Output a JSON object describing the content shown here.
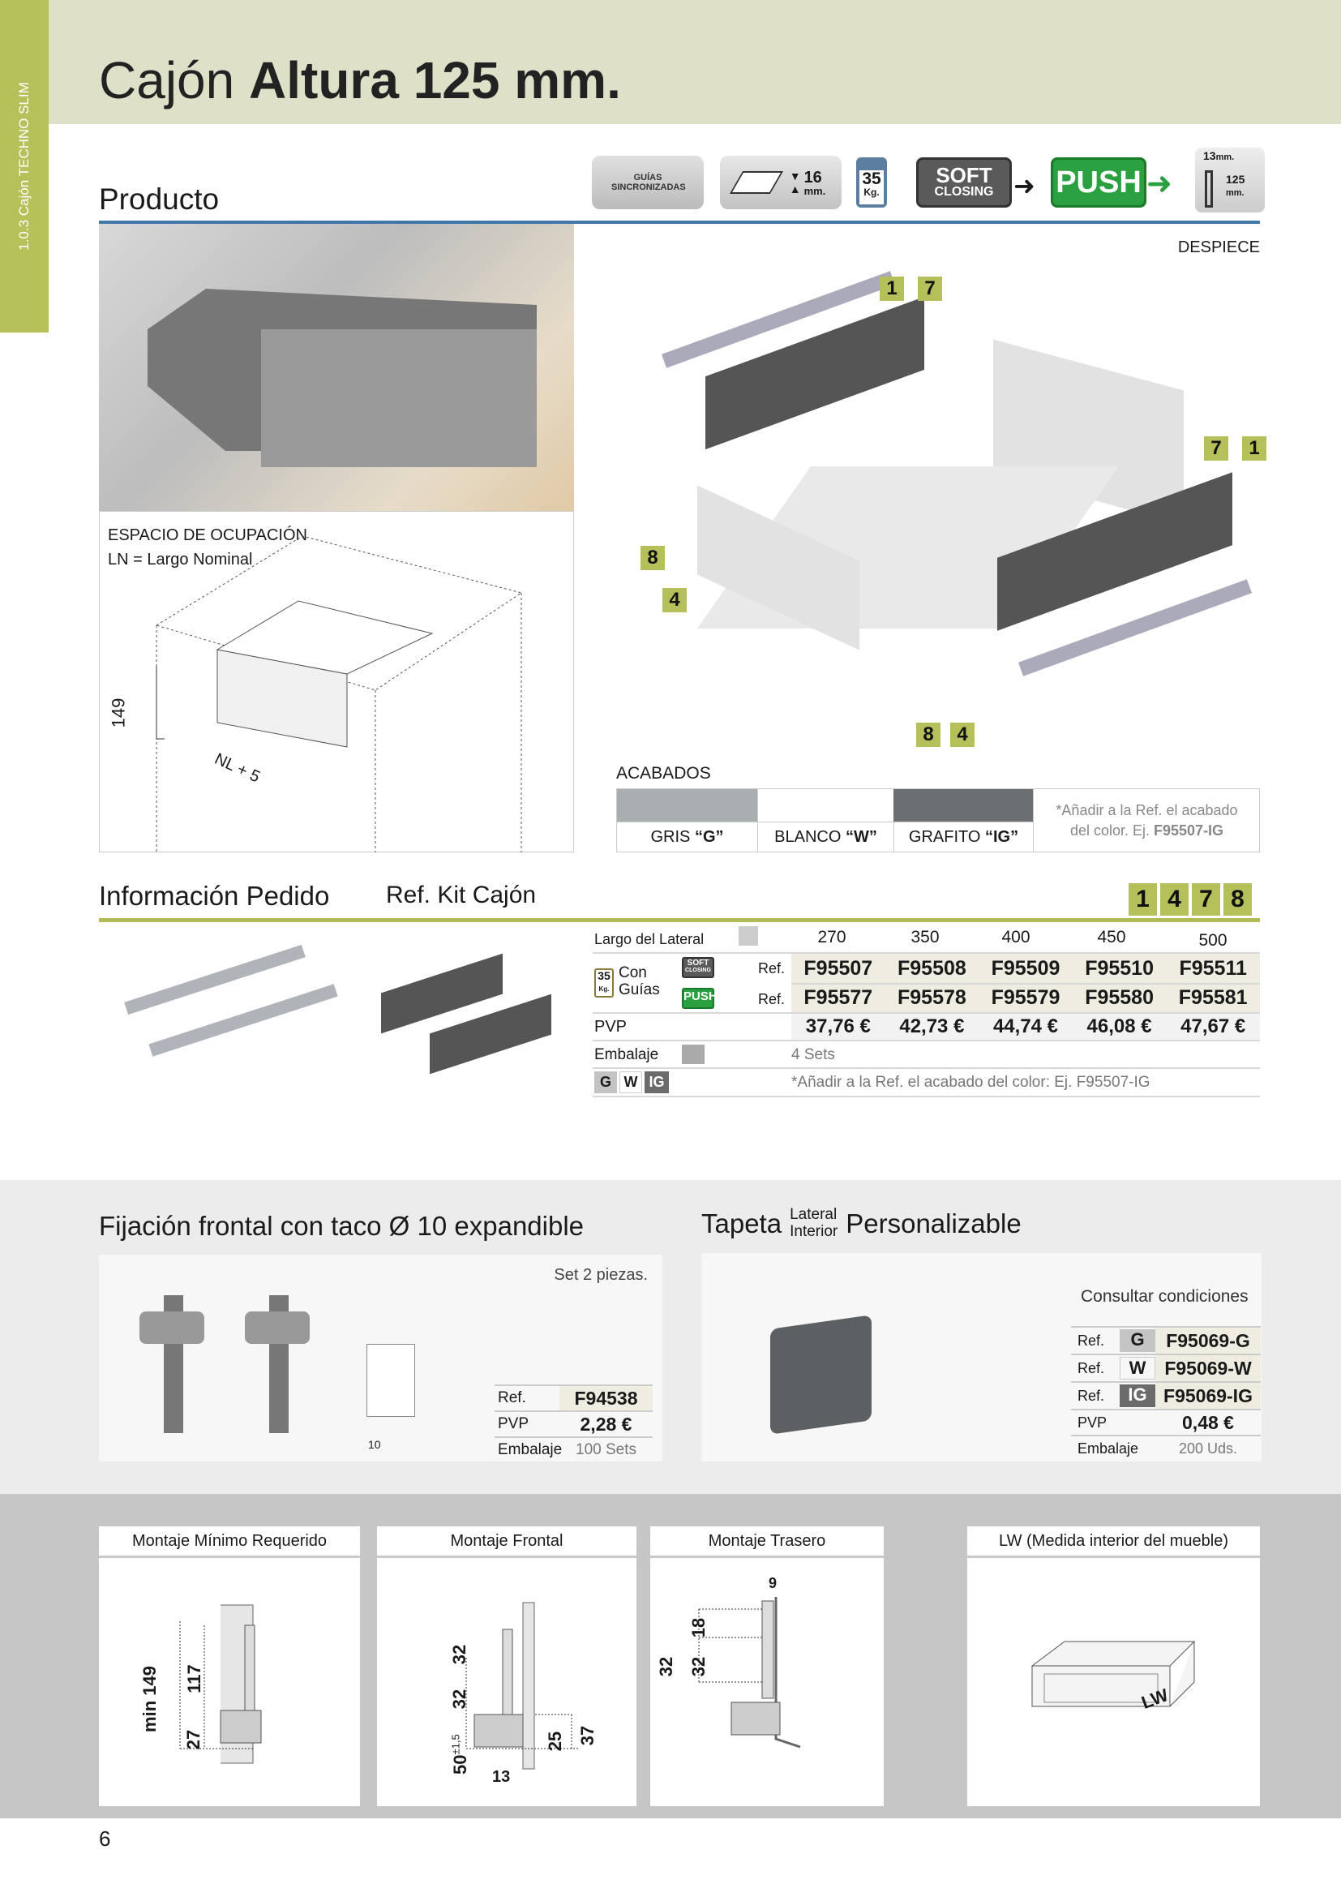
{
  "header": {
    "title_light": "Cajón",
    "title_bold": "Altura 125 mm.",
    "side_tab": "1.0.3  Cajón TECHNO SLIM"
  },
  "features": {
    "guias": "GUÍAS SINCRONIZADAS",
    "thickness": "16",
    "thickness_unit": "mm.",
    "load": "35",
    "load_unit": "Kg.",
    "soft1": "SOFT",
    "soft2": "CLOSING",
    "push": "PUSH",
    "side_w": "13",
    "side_w_unit": "mm.",
    "side_h": "125",
    "side_h_unit": "mm."
  },
  "producto": {
    "heading": "Producto",
    "despiece": "DESPIECE",
    "occupation_title": "ESPACIO DE OCUPACIÓN",
    "occupation_sub": "LN = Largo Nominal",
    "dim_height": "149",
    "dim_nl": "NL + 5",
    "parts": [
      "1",
      "7",
      "7",
      "1",
      "8",
      "4",
      "8",
      "4"
    ]
  },
  "acabados": {
    "title": "ACABADOS",
    "colors": [
      {
        "label": "GRIS",
        "code": "“G”",
        "hex": "#a9aeb0"
      },
      {
        "label": "BLANCO",
        "code": "“W”",
        "hex": "#ffffff"
      },
      {
        "label": "GRAFITO",
        "code": "“IG”",
        "hex": "#6b6f72"
      }
    ],
    "note1": "*Añadir a la Ref. el acabado",
    "note2": "del color. Ej.",
    "note_ref": "F95507-IG"
  },
  "pedido": {
    "heading": "Información Pedido",
    "sub": "Ref. Kit Cajón",
    "kit_parts": [
      "1",
      "4",
      "7",
      "8"
    ],
    "largo_label": "Largo del Lateral",
    "lengths": [
      "270",
      "350",
      "400",
      "450",
      "500"
    ],
    "con": "Con",
    "guias": "Guías",
    "load": "35",
    "load_unit": "Kg.",
    "soft1": "SOFT",
    "soft2": "CLOSING",
    "push": "PUSH",
    "ref_label": "Ref.",
    "refs_soft": [
      "F95507",
      "F95508",
      "F95509",
      "F95510",
      "F95511"
    ],
    "refs_push": [
      "F95577",
      "F95578",
      "F95579",
      "F95580",
      "F95581"
    ],
    "pvp_label": "PVP",
    "prices": [
      "37,76 €",
      "42,73 €",
      "44,74 €",
      "46,08 €",
      "47,67 €"
    ],
    "embalaje_label": "Embalaje",
    "embalaje": "4 Sets",
    "finishes": [
      "G",
      "W",
      "IG"
    ],
    "note": "*Añadir a la Ref. el acabado del color: Ej. F95507-IG"
  },
  "fijacion": {
    "heading": "Fijación frontal con taco Ø 10 expandible",
    "set": "Set 2 piezas.",
    "dim": "10",
    "ref_label": "Ref.",
    "ref": "F94538",
    "pvp_label": "PVP",
    "pvp": "2,28 €",
    "emb_label": "Embalaje",
    "emb": "100 Sets"
  },
  "tapeta": {
    "heading1": "Tapeta",
    "heading_top": "Lateral",
    "heading_bottom": "Interior",
    "heading2": "Personalizable",
    "consult": "Consultar condiciones",
    "ref_label": "Ref.",
    "refs": [
      {
        "code": "G",
        "ref": "F95069-G"
      },
      {
        "code": "W",
        "ref": "F95069-W"
      },
      {
        "code": "IG",
        "ref": "F95069-IG"
      }
    ],
    "pvp_label": "PVP",
    "pvp": "0,48 €",
    "emb_label": "Embalaje",
    "emb": "200 Uds."
  },
  "montaje": {
    "panels": [
      "Montaje Mínimo Requerido",
      "Montaje Frontal",
      "Montaje Trasero",
      "LW (Medida interior del mueble)"
    ],
    "minimo": {
      "total": "min 149",
      "a": "117",
      "b": "27"
    },
    "frontal": {
      "a": "32",
      "b": "32",
      "c": "50",
      "tol": "±1,5",
      "d": "25",
      "e": "37",
      "f": "13"
    },
    "trasero": {
      "a": "9",
      "b": "18",
      "c": "32",
      "d": "32"
    },
    "lw": "LW"
  },
  "page_number": "6"
}
